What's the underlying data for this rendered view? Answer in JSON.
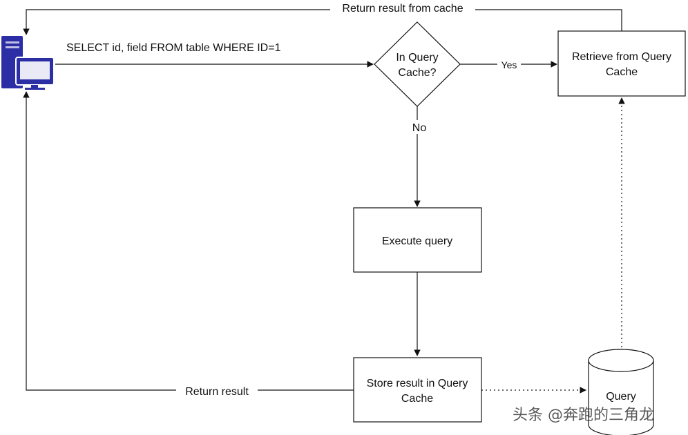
{
  "diagram": {
    "client": {
      "icon": "computer-icon",
      "color": "#2b2ea5"
    },
    "edges": {
      "query_label": "SELECT id, field FROM table WHERE ID=1",
      "return_cache_label": "Return result from cache",
      "yes_label": "Yes",
      "no_label": "No",
      "return_result_label": "Return result"
    },
    "nodes": {
      "decision": {
        "line1": "In Query",
        "line2": "Cache?"
      },
      "retrieve": {
        "line1": "Retrieve from Query",
        "line2": "Cache"
      },
      "execute": {
        "line1": "Execute query"
      },
      "store": {
        "line1": "Store result in Query",
        "line2": "Cache"
      },
      "cache_db": {
        "line1": "Query"
      }
    }
  },
  "watermark": "头条 @奔跑的三角龙"
}
